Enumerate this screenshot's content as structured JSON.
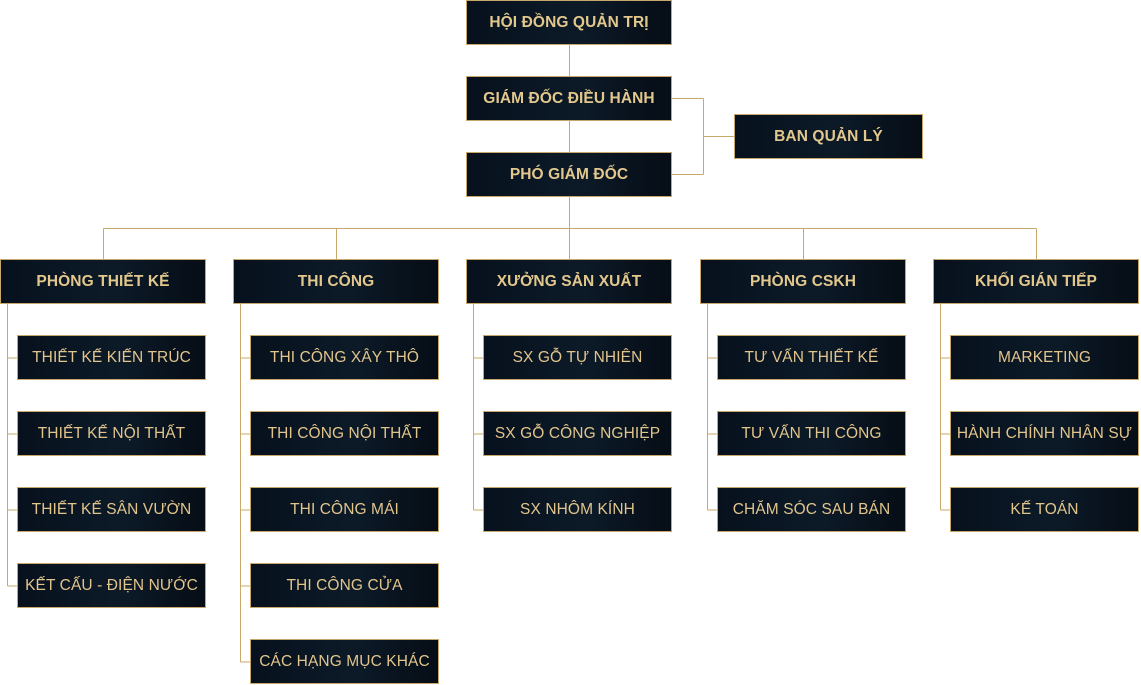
{
  "colors": {
    "box_bg": "#0a1622",
    "text": "#e3c88d",
    "line": "#c9a96a"
  },
  "top": {
    "board": "HỘI ĐỒNG QUẢN TRỊ",
    "ceo": "GIÁM ĐỐC ĐIỀU HÀNH",
    "deputy": "PHÓ GIÁM ĐỐC",
    "management": "BAN QUẢN LÝ"
  },
  "departments": [
    {
      "name": "PHÒNG THIẾT KẾ",
      "units": [
        "THIẾT KẾ KIẾN TRÚC",
        "THIẾT KẾ NỘI THẤT",
        "THIẾT KẾ SÂN VƯỜN",
        "KẾT CẤU - ĐIỆN NƯỚC"
      ]
    },
    {
      "name": "THI CÔNG",
      "units": [
        "THI CÔNG XÂY THÔ",
        "THI CÔNG NỘI THẤT",
        "THI CÔNG MÁI",
        "THI CÔNG CỬA",
        "CÁC HẠNG MỤC KHÁC"
      ]
    },
    {
      "name": "XƯỞNG SẢN XUẤT",
      "units": [
        "SX GỖ TỰ NHIÊN",
        "SX GỖ CÔNG NGHIỆP",
        "SX NHÔM KÍNH"
      ]
    },
    {
      "name": "PHÒNG CSKH",
      "units": [
        "TƯ VẤN THIẾT KẾ",
        "TƯ VẤN THI CÔNG",
        "CHĂM SÓC SAU BÁN"
      ]
    },
    {
      "name": "KHỐI GIÁN TIẾP",
      "units": [
        "MARKETING",
        "HÀNH CHÍNH NHÂN SỰ",
        "KẾ TOÁN"
      ]
    }
  ]
}
